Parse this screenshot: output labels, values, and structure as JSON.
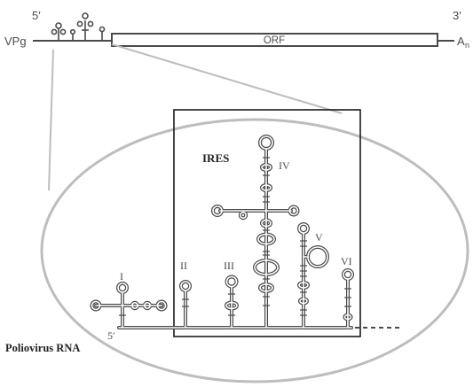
{
  "genome": {
    "five_prime": "5′",
    "three_prime": "3′",
    "vpg": "VPg",
    "orf": "ORF",
    "poly_a": "A",
    "poly_a_sub": "n"
  },
  "detail": {
    "ires_label": "IRES",
    "domains": [
      "I",
      "II",
      "III",
      "IV",
      "V",
      "VI"
    ],
    "five_prime": "5′",
    "caption": "Poliovirus RNA"
  },
  "colors": {
    "strand": "#4a4a4a",
    "ellipse": "#bdbdbd",
    "frame": "#1a1a1a"
  }
}
